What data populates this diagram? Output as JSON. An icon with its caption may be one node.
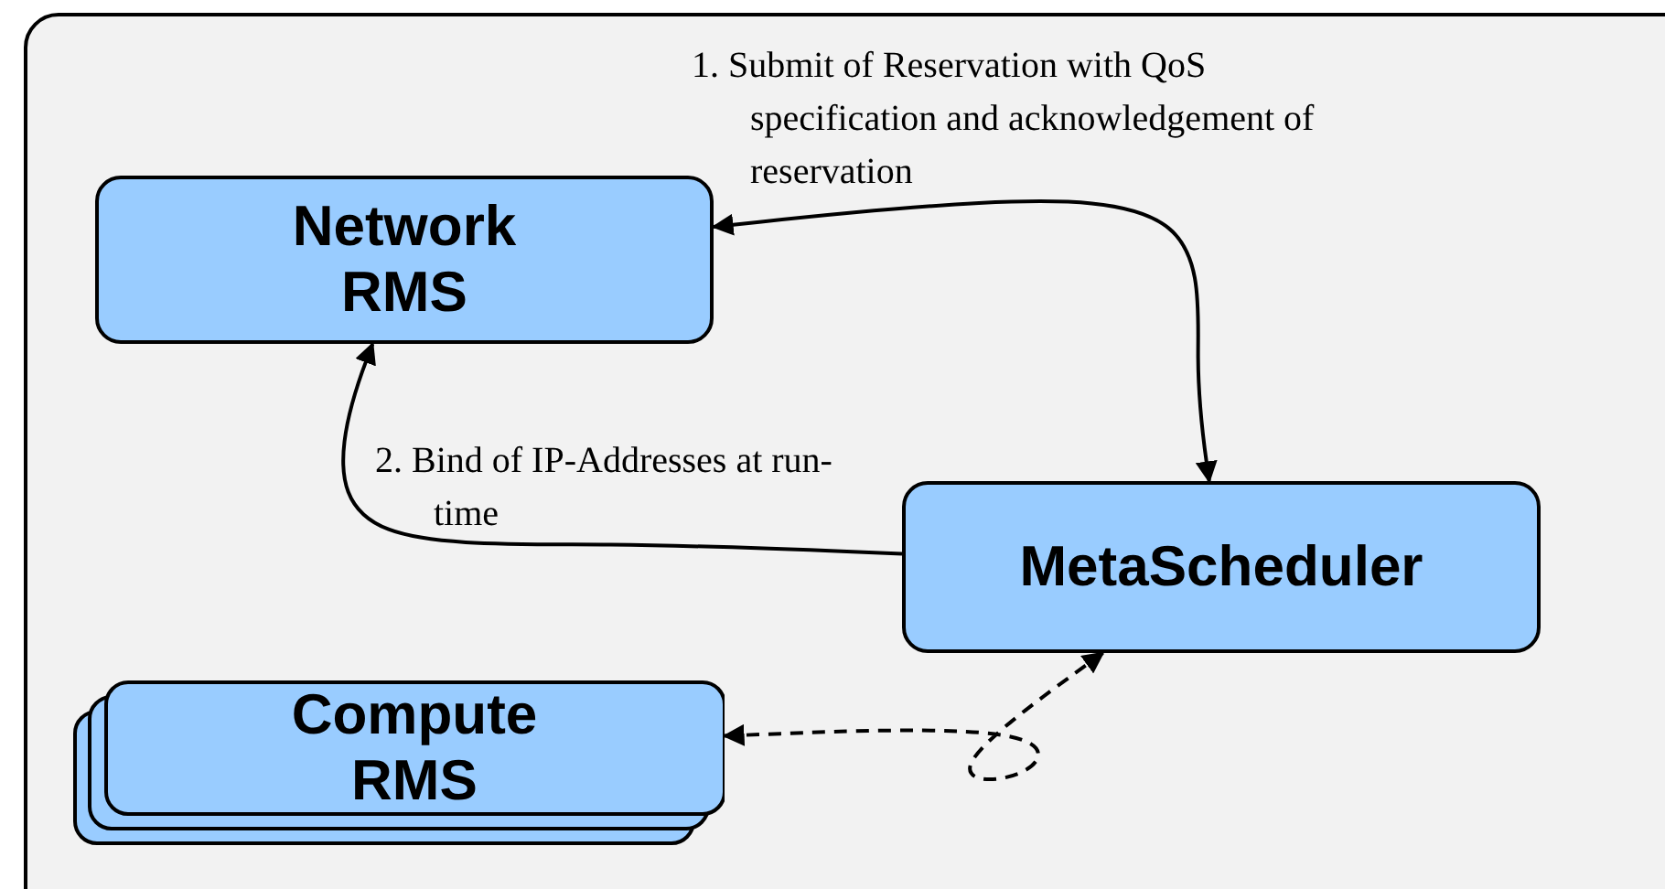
{
  "diagram": {
    "nodes": [
      {
        "text": [
          "Network RMS"
        ]
      },
      {
        "text": [
          "MetaScheduler"
        ]
      },
      {
        "text": [
          "Compute RMS"
        ]
      }
    ],
    "edges": [
      {
        "from": 0,
        "to": 1,
        "arrow": "both",
        "label": "1. Submit of Reservation with QoS specification and acknowledgement of reservation"
      },
      {
        "from": 1,
        "to": 0,
        "arrow": "to",
        "label": "2. Bind of IP-Addresses at run-time"
      },
      {
        "from": 2,
        "to": 1,
        "arrow": "both",
        "style": "dashed"
      }
    ]
  }
}
